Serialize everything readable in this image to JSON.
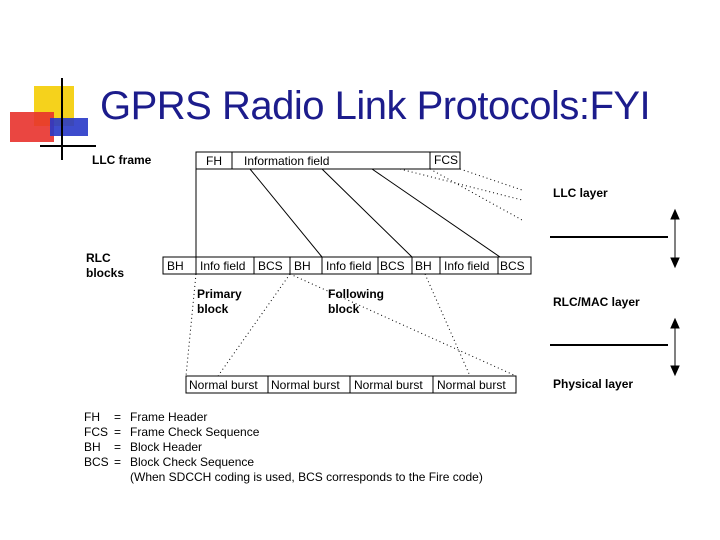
{
  "title": "GPRS Radio Link Protocols:FYI",
  "colors": {
    "title": "#1c1c8c",
    "logo_yellow": "#f5d21c",
    "logo_red": "#e8322c",
    "logo_blue": "#2838c8"
  },
  "llc_frame": {
    "label": "LLC frame",
    "fields": [
      "FH",
      "Information field",
      "FCS"
    ]
  },
  "rlc_blocks": {
    "label_line1": "RLC",
    "label_line2": "blocks",
    "cells": [
      "BH",
      "Info field",
      "BCS",
      "BH",
      "Info field",
      "BCS",
      "BH",
      "Info field",
      "BCS"
    ]
  },
  "block_labels": {
    "primary_line1": "Primary",
    "primary_line2": "block",
    "following_line1": "Following",
    "following_line2": "block"
  },
  "bursts": [
    "Normal burst",
    "Normal burst",
    "Normal burst",
    "Normal burst"
  ],
  "layers": [
    "LLC layer",
    "RLC/MAC layer",
    "Physical layer"
  ],
  "legend": [
    {
      "abbr": "FH",
      "eq": "=",
      "desc": "Frame Header"
    },
    {
      "abbr": "FCS",
      "eq": "=",
      "desc": "Frame Check Sequence"
    },
    {
      "abbr": "BH",
      "eq": "=",
      "desc": "Block Header"
    },
    {
      "abbr": "BCS",
      "eq": "=",
      "desc": "Block Check Sequence"
    }
  ],
  "legend_note": "(When SDCCH coding is used, BCS corresponds to the Fire code)"
}
